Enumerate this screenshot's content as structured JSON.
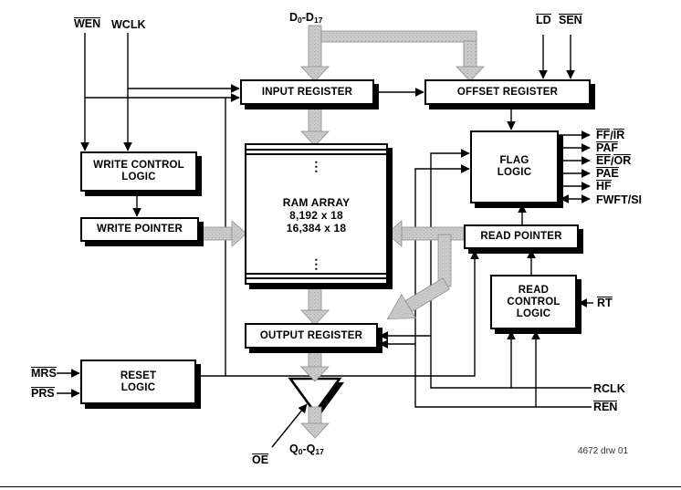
{
  "signals": {
    "wen": "WEN",
    "wclk": "WCLK",
    "ld": "LD",
    "sen": "SEN",
    "rt": "RT",
    "rclk": "RCLK",
    "ren": "REN",
    "mrs": "MRS",
    "prs": "PRS",
    "oe": "OE"
  },
  "buses": {
    "d": {
      "p1": "D",
      "s1": "0",
      "p2": " -D",
      "s2": "17"
    },
    "q": {
      "p1": "Q",
      "s1": "0",
      "p2": " -Q",
      "s2": "17"
    }
  },
  "blocks": {
    "input_register": "INPUT REGISTER",
    "offset_register": "OFFSET REGISTER",
    "write_control_logic": {
      "l1": "WRITE CONTROL",
      "l2": "LOGIC"
    },
    "write_pointer": "WRITE POINTER",
    "ram_array": {
      "l1": "RAM ARRAY",
      "l2": "8,192 x 18",
      "l3": "16,384 x 18",
      "ellipsis": "⋮"
    },
    "flag_logic": {
      "l1": "FLAG",
      "l2": "LOGIC"
    },
    "read_pointer": "READ POINTER",
    "read_control_logic": {
      "l1": "READ",
      "l2": "CONTROL",
      "l3": "LOGIC"
    },
    "output_register": "OUTPUT REGISTER",
    "reset_logic": {
      "l1": "RESET",
      "l2": "LOGIC"
    }
  },
  "flags": [
    {
      "a": "FF",
      "sep": "/",
      "b": "IR"
    },
    {
      "a": "PAF",
      "sep": "",
      "b": ""
    },
    {
      "a": "EF",
      "sep": "/",
      "b": "OR"
    },
    {
      "a": "PAE",
      "sep": "",
      "b": ""
    },
    {
      "a": "HF",
      "sep": "",
      "b": ""
    },
    {
      "a": "FWFT",
      "sep": "/",
      "b": "SI"
    }
  ],
  "annotation": {
    "drawing_number": "4672 drw 01"
  },
  "colors": {
    "background": "#ffffff",
    "line": "#000000",
    "box_border": "#000000",
    "box_shadow": "#000000",
    "bus_fill": "#c9c9c9",
    "bus_edge": "#8d8d8d"
  }
}
